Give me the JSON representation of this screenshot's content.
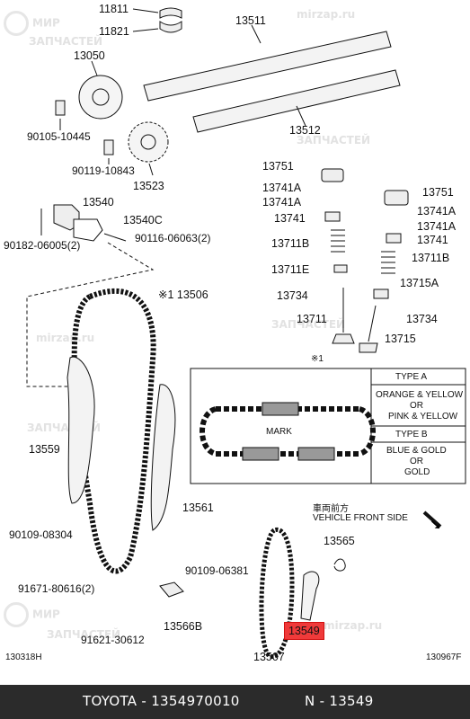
{
  "labels": {
    "p11811": "11811",
    "p11821": "11821",
    "p13511": "13511",
    "p13050": "13050",
    "p13512": "13512",
    "p90105": "90105-10445",
    "p90119": "90119-10843",
    "p13523": "13523",
    "p13751a": "13751",
    "p13741a1": "13741A",
    "p13741a2": "13741A",
    "p13741a3": "13741",
    "p13711b1": "13711B",
    "p13711e": "13711E",
    "p13734a": "13734",
    "p13711": "13711",
    "p13751b": "13751",
    "p13741b1": "13741A",
    "p13741b2": "13741A",
    "p13741b3": "13741",
    "p13711b2": "13711B",
    "p13715a": "13715A",
    "p13734b": "13734",
    "p13715": "13715",
    "p13540": "13540",
    "p13540c": "13540C",
    "p90182": "90182-06005(2)",
    "p90116": "90116-06063(2)",
    "p13506": "※1 13506",
    "p13559": "13559",
    "p13561": "13561",
    "p90109a": "90109-08304",
    "p91671": "91671-80616(2)",
    "p90109b": "90109-06381",
    "p13565": "13565",
    "p13566b": "13566B",
    "p91621": "91621-30612",
    "p13507": "13507",
    "p13549": "13549",
    "code_left": "130318H",
    "code_right": "130967F"
  },
  "detail_box": {
    "ref": "※1",
    "mark": "MARK",
    "type_a": "TYPE A",
    "type_a_desc_1": "ORANGE & YELLOW",
    "type_a_desc_or": "OR",
    "type_a_desc_2": "PINK & YELLOW",
    "type_b": "TYPE B",
    "type_b_desc_1": "BLUE & GOLD",
    "type_b_desc_or": "OR",
    "type_b_desc_2": "GOLD"
  },
  "vehicle_front": {
    "jp": "車両前方",
    "en": "VEHICLE FRONT SIDE"
  },
  "watermark": {
    "line1": "МИР",
    "line2": "ЗАПЧАСТЕЙ",
    "site": "mirzap.ru"
  },
  "footer": {
    "brand_part": "TOYOTA - 1354970010",
    "ref": "N - 13549"
  },
  "highlight_color": "#ef3a3a"
}
